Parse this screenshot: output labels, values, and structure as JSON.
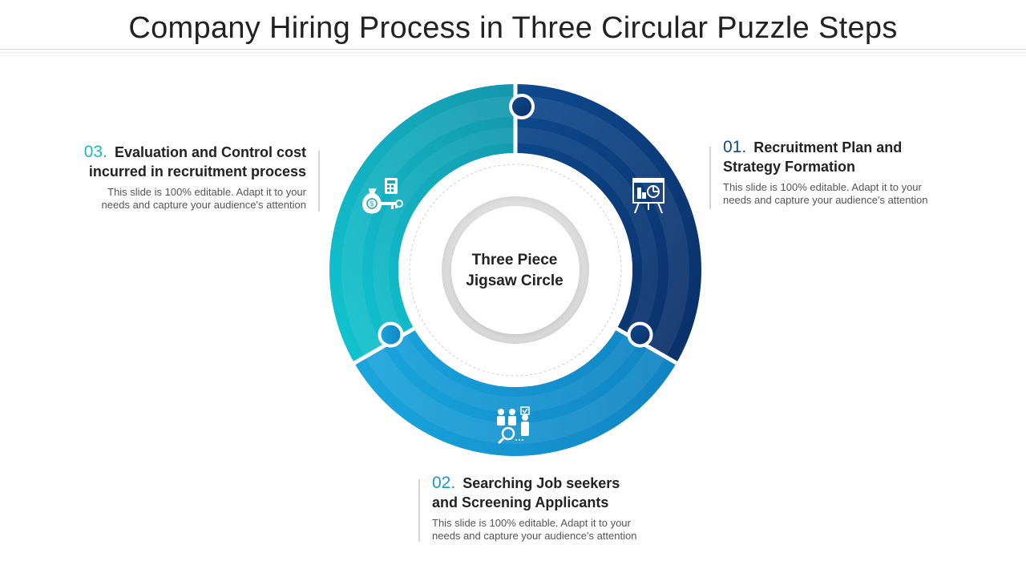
{
  "title": "Company Hiring Process in Three Circular Puzzle Steps",
  "center": {
    "line1": "Three Piece",
    "line2": "Jigsaw Circle"
  },
  "steps": [
    {
      "number": "01.",
      "title_line1": "Recruitment Plan and",
      "title_line2": "Strategy Formation",
      "desc_line1": "This slide is 100% editable. Adapt it to your",
      "desc_line2": "needs and capture your audience's attention",
      "icon": "presentation-board-icon",
      "color": "#0f4a8a"
    },
    {
      "number": "02.",
      "title_line1": "Searching Job seekers",
      "title_line2": "and Screening Applicants",
      "desc_line1": "This slide is 100% editable. Adapt it to your",
      "desc_line2": "needs and capture your audience's attention",
      "icon": "candidate-search-icon",
      "color": "#1a96cf"
    },
    {
      "number": "03.",
      "title_line1": "Evaluation and Control cost",
      "title_line2": "incurred in recruitment process",
      "desc_line1": "This slide is 100% editable. Adapt it to your",
      "desc_line2": "needs and capture your audience's attention",
      "icon": "money-bag-calculator-icon",
      "color": "#1cb8c8"
    }
  ]
}
